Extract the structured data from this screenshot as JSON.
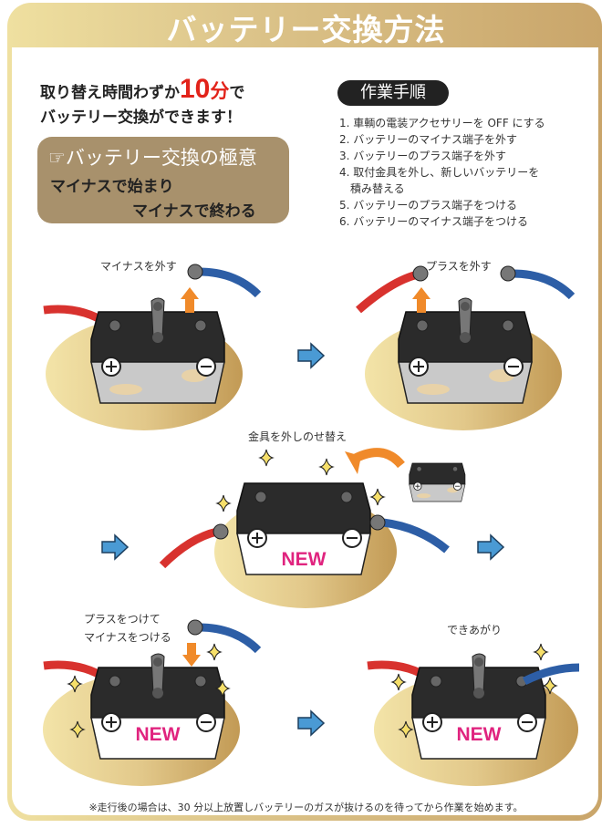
{
  "header": {
    "title": "バッテリー交換方法"
  },
  "lead": {
    "line1_prefix": "取り替え時間わずか",
    "line1_number": "10",
    "line1_unit": "分",
    "line1_suffix": "で",
    "line2": "バッテリー交換ができます！"
  },
  "tip": {
    "heading": "☞バッテリー交換の極意",
    "line1": "マイナスで始まり",
    "line2": "マイナスで終わる"
  },
  "steps": {
    "heading": "作業手順",
    "items": [
      "1. 車輌の電装アクセサリーを OFF にする",
      "2. バッテリーのマイナス端子を外す",
      "3. バッテリーのプラス端子を外す",
      "4. 取付金具を外し、新しいバッテリーを",
      "　積み替える",
      "5. バッテリーのプラス端子をつける",
      "6. バッテリーのマイナス端子をつける"
    ]
  },
  "illustrations": {
    "step1_caption": "マイナスを外す",
    "step2_caption": "プラスを外す",
    "step3_caption": "金具を外しのせ替え",
    "step4_caption_line1": "プラスをつけて",
    "step4_caption_line2": "マイナスをつける",
    "step5_caption": "できあがり",
    "new_label": "NEW"
  },
  "colors": {
    "gold_light": "#efe0a0",
    "gold_dark": "#c9a56a",
    "accent_red": "#e2231a",
    "new_pink": "#e0247f",
    "arrow_blue": "#4a9ad4",
    "arrow_orange": "#f08a2a",
    "cable_red": "#d8322e",
    "cable_blue": "#2d5ea6"
  },
  "footer": {
    "note": "※走行後の場合は、30 分以上放置しバッテリーのガスが抜けるのを待ってから作業を始めます。"
  }
}
